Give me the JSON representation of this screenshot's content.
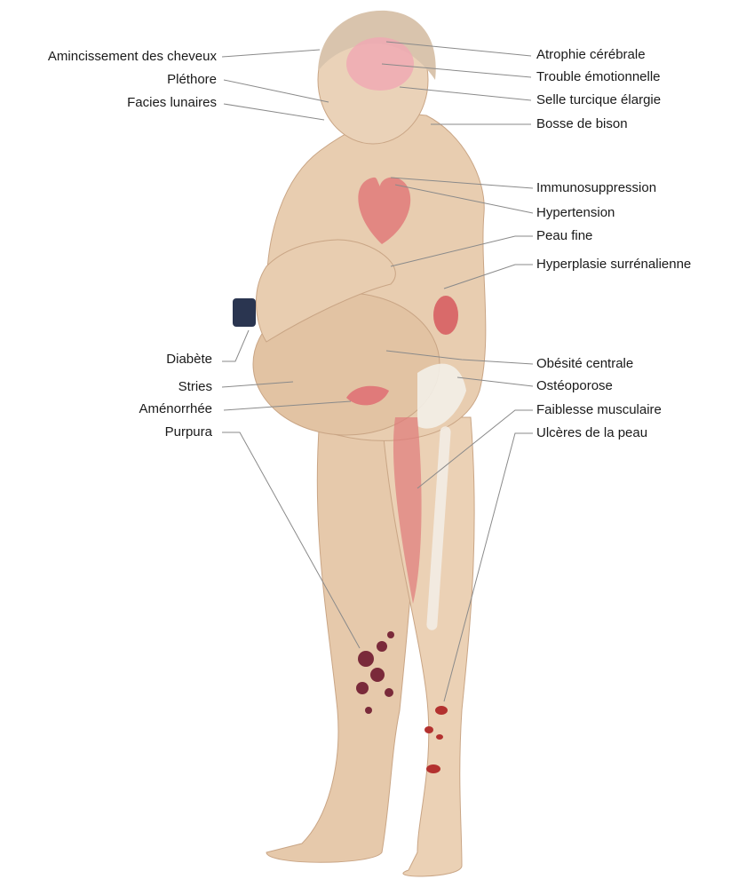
{
  "figure": {
    "subject": "Cushing syndrome clinical features illustration",
    "colors": {
      "skin": "#e8cdb0",
      "skin_shadow": "#cfa988",
      "organ": "#e07a7a",
      "lesion": "#7a2a3a",
      "bone": "#f3efe8",
      "line": "#8a8a8a"
    }
  },
  "labels_left": [
    {
      "id": "hair-thinning",
      "text": "Amincissement des cheveux"
    },
    {
      "id": "plethora",
      "text": "Pléthore"
    },
    {
      "id": "moon-face",
      "text": "Facies lunaires"
    },
    {
      "id": "diabetes",
      "text": "Diabète"
    },
    {
      "id": "striae",
      "text": "Stries"
    },
    {
      "id": "amenorrhea",
      "text": "Aménorrhée"
    },
    {
      "id": "purpura",
      "text": "Purpura"
    }
  ],
  "labels_right": [
    {
      "id": "brain-atrophy",
      "text": "Atrophie cérébrale"
    },
    {
      "id": "emotional-disorder",
      "text": "Trouble émotionnelle"
    },
    {
      "id": "enlarged-sella",
      "text": "Selle turcique élargie"
    },
    {
      "id": "buffalo-hump",
      "text": "Bosse de bison"
    },
    {
      "id": "immunosuppression",
      "text": "Immunosuppression"
    },
    {
      "id": "hypertension",
      "text": "Hypertension"
    },
    {
      "id": "thin-skin",
      "text": "Peau fine"
    },
    {
      "id": "adrenal-hyperplasia",
      "text": "Hyperplasie surrénalienne"
    },
    {
      "id": "central-obesity",
      "text": "Obésité centrale"
    },
    {
      "id": "osteoporosis",
      "text": "Ostéoporose"
    },
    {
      "id": "muscle-weakness",
      "text": "Faiblesse musculaire"
    },
    {
      "id": "skin-ulcers",
      "text": "Ulcères de la peau"
    }
  ]
}
